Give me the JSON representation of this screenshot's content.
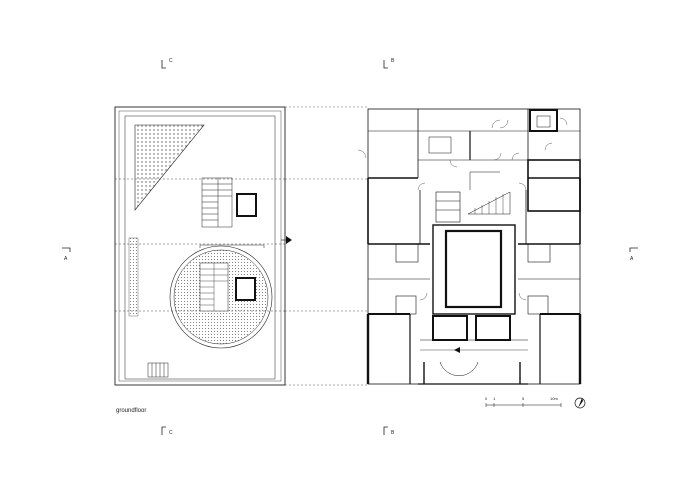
{
  "drawing": {
    "caption": "groundfloor",
    "ink_color": "#111111",
    "pattern_color": "#555555",
    "section_markers": {
      "c": "C",
      "b": "B",
      "a": "A"
    },
    "scale_bar": {
      "ticks": [
        "0",
        "1",
        "5",
        "10m"
      ]
    },
    "north_arrow_icon": "north-arrow-icon"
  }
}
